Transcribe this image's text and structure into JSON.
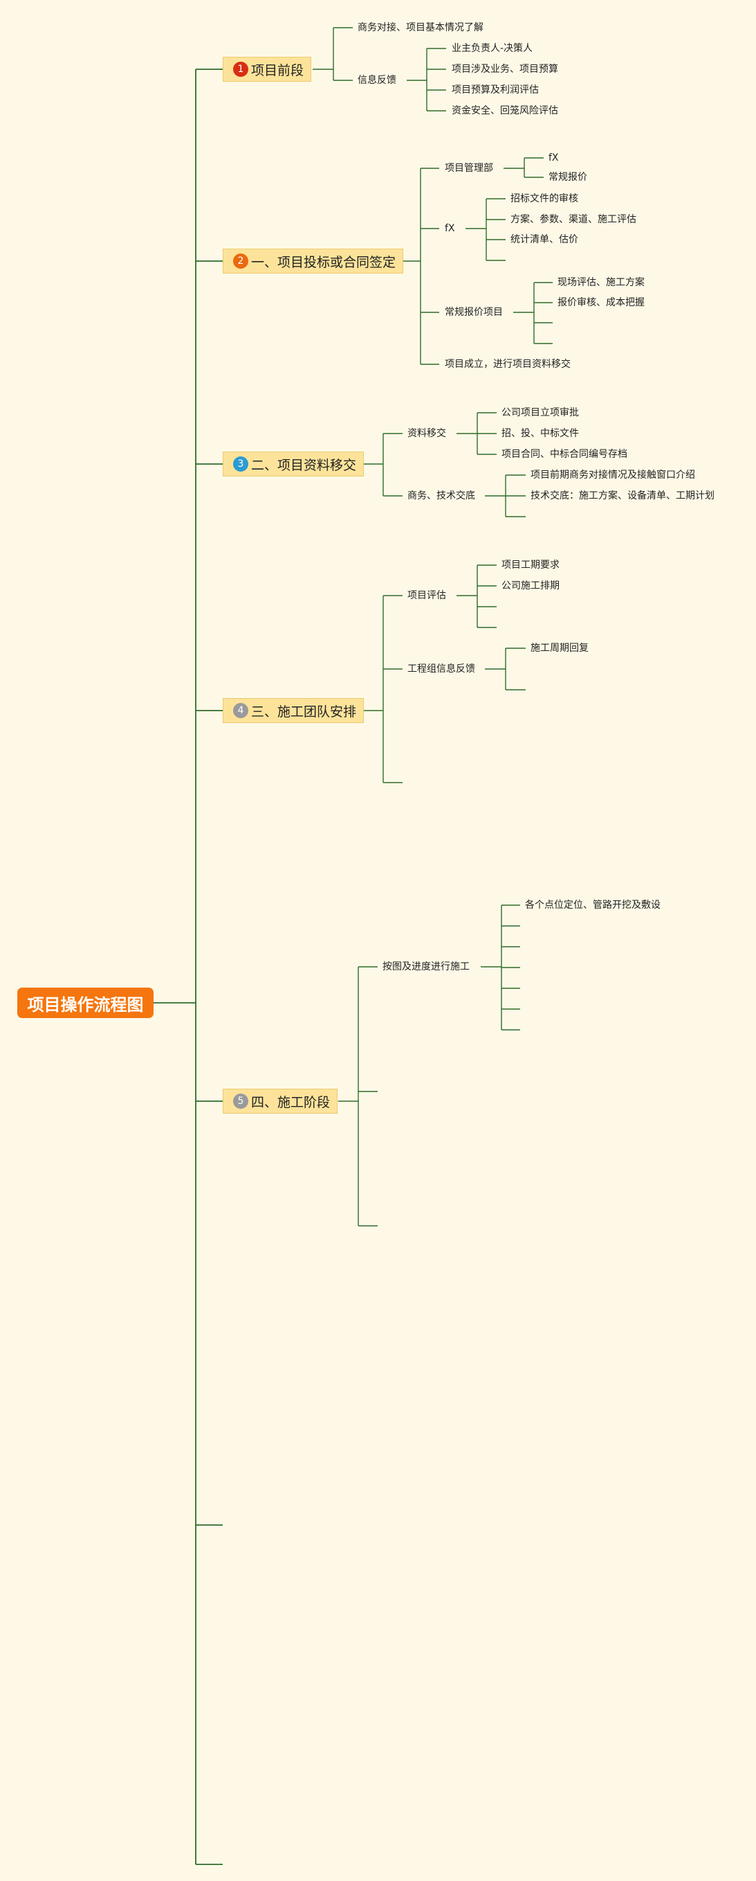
{
  "root": {
    "label": "项目操作流程图"
  },
  "sections": [
    {
      "num": "1",
      "label": "项目前段",
      "color": "#d72e12"
    },
    {
      "num": "2",
      "label": "一、项目投标或合同签定",
      "color": "#ea6a0e"
    },
    {
      "num": "3",
      "label": "二、项目资料移交",
      "color": "#2b9bd1"
    },
    {
      "num": "4",
      "label": "三、施工团队安排",
      "color": "#9a9a9a"
    },
    {
      "num": "5",
      "label": "四、施工阶段",
      "color": "#9a9a9a"
    }
  ],
  "s1": {
    "c1": "商务对接、项目基本情况了解",
    "c2": "信息反馈",
    "c2_children": [
      "业主负责人-决策人",
      "项目涉及业务、项目预算",
      "项目预算及利润评估",
      "资金安全、回笼风险评估"
    ]
  },
  "s2": {
    "c1": "项目管理部",
    "c1_children": [
      "fX",
      "常规报价"
    ],
    "c2": "fX",
    "c2_children": [
      "招标文件的审核",
      "方案、参数、渠道、施工评估",
      "统计清单、估价"
    ],
    "c3": "常规报价项目",
    "c3_children": [
      "现场评估、施工方案",
      "报价审核、成本把握"
    ],
    "c4": "项目成立，进行项目资料移交"
  },
  "s3": {
    "c1": "资料移交",
    "c1_children": [
      "公司项目立项审批",
      "招、投、中标文件",
      "项目合同、中标合同编号存档"
    ],
    "c2": "商务、技术交底",
    "c2_children": [
      "项目前期商务对接情况及接触窗口介绍",
      "技术交底：施工方案、设备清单、工期计划"
    ]
  },
  "s4": {
    "c1": "项目评估",
    "c1_children": [
      "项目工期要求",
      "公司施工排期"
    ],
    "c2": "工程组信息反馈",
    "c2_children": [
      "施工周期回复"
    ]
  },
  "s5": {
    "c1": "按图及进度进行施工",
    "c1_children": [
      "各个点位定位、管路开挖及敷设"
    ]
  },
  "colors": {
    "line": "#2f6b2a",
    "root": "#f5750e",
    "section_fill": "#fde39a",
    "background": "#fef9e7"
  }
}
